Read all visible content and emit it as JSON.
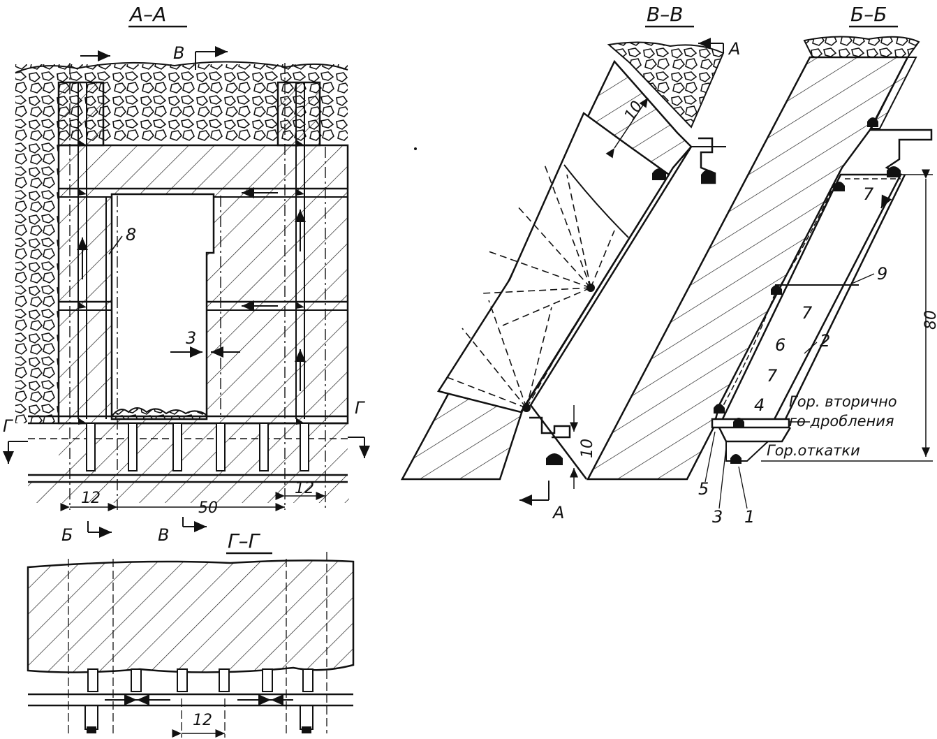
{
  "sections": {
    "aa": "А–А",
    "vv": "В–В",
    "bb": "Б–Б",
    "gg": "Г–Г"
  },
  "section_marks": {
    "b": "Б",
    "v": "В",
    "g": "Г",
    "a": "А"
  },
  "dimensions": {
    "d12": "12",
    "d50": "50",
    "d10": "10",
    "d80": "80"
  },
  "callouts": {
    "n1": "1",
    "n2": "2",
    "n3": "3",
    "n4": "4",
    "n5": "5",
    "n6": "6",
    "n7": "7",
    "n8": "8",
    "n9": "9"
  },
  "horizons": {
    "secondary_1": "Гор. вторично",
    "secondary_2": "го дробления",
    "haulage": "Гор.откатки"
  },
  "colors": {
    "ink": "#111111",
    "paper": "#ffffff"
  }
}
